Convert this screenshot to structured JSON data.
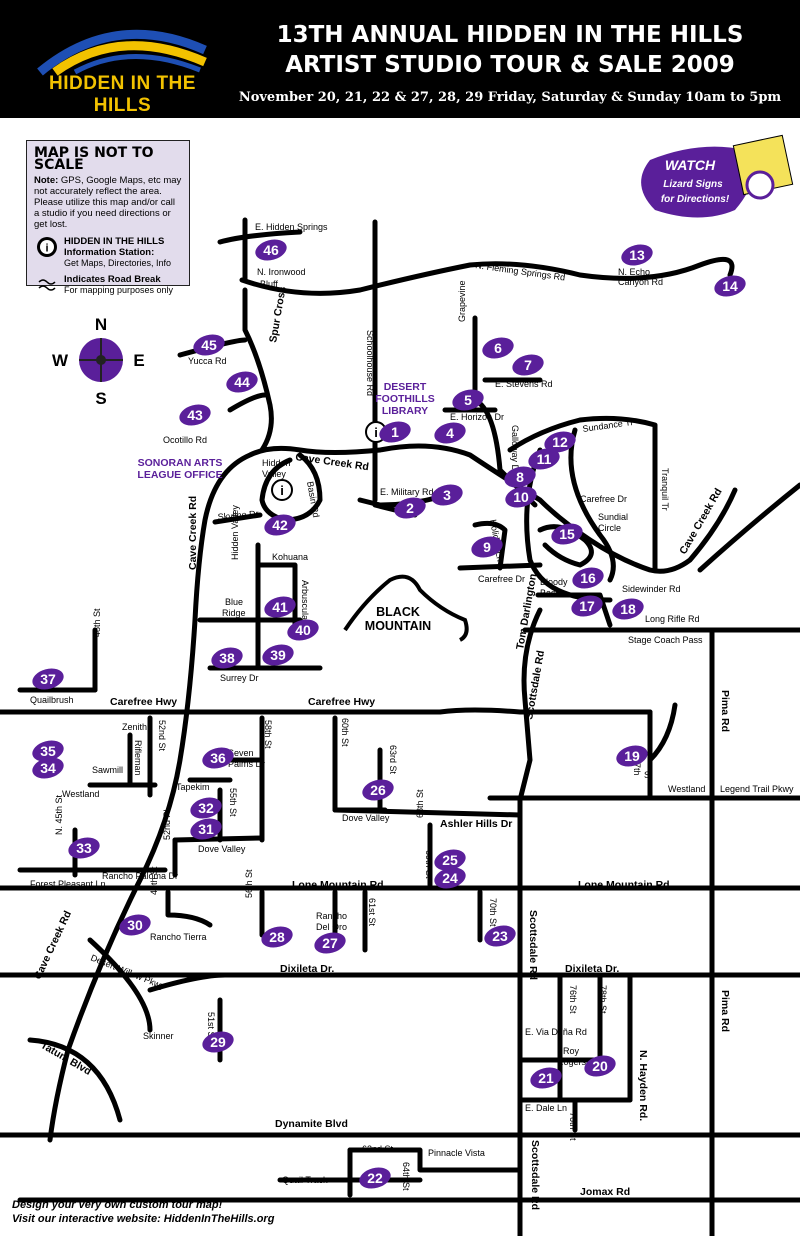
{
  "header": {
    "logo_text": "HIDDEN IN THE HILLS",
    "title_line1": "13TH ANNUAL HIDDEN IN THE HILLS",
    "title_line2": "ARTIST STUDIO TOUR & SALE 2009",
    "dates": "November 20, 21, 22 & 27, 28, 29    Friday, Saturday & Sunday 10am to 5pm"
  },
  "legend": {
    "title": "MAP IS NOT TO SCALE",
    "note_label": "Note:",
    "note_text": "GPS, Google Maps, etc may not accurately reflect the area. Please utilize this map and/or call a studio if you need directions or get lost.",
    "info_title": "HIDDEN IN THE HILLS Information Station:",
    "info_text": "Get Maps, Directories, Info",
    "break_title": "Indicates Road Break",
    "break_text": "For mapping purposes only"
  },
  "compass": {
    "n": "N",
    "s": "S",
    "e": "E",
    "w": "W"
  },
  "watch_sign": {
    "line1": "WATCH",
    "line2": "Lizard Signs",
    "line3": "for Directions!"
  },
  "colors": {
    "purple": "#5a1f9a",
    "header": "#000000",
    "road": "#000000",
    "legend_bg": "#e2dcec",
    "accent_gold": "#f2c200",
    "accent_blue": "#1e4fb4"
  },
  "places": [
    {
      "id": "desert-foothills-library",
      "label1": "DESERT",
      "label2": "FOOTHILLS",
      "label3": "LIBRARY"
    },
    {
      "id": "sonoran-arts-league-office",
      "label1": "SONORAN ARTS",
      "label2": "LEAGUE OFFICE"
    },
    {
      "id": "black-mountain",
      "label1": "BLACK",
      "label2": "MOUNTAIN"
    }
  ],
  "roads": [
    {
      "id": "e-hidden-springs",
      "text": "E. Hidden Springs"
    },
    {
      "id": "n-ironwood",
      "text": "N. Ironwood"
    },
    {
      "id": "bluff",
      "text": "Bluff"
    },
    {
      "id": "n-fleming-springs",
      "text": "N. Fleming Springs Rd"
    },
    {
      "id": "n-echo",
      "text": "N. Echo"
    },
    {
      "id": "canyon-rd",
      "text": "Canyon Rd"
    },
    {
      "id": "spur-cross",
      "text": "Spur Cross"
    },
    {
      "id": "schoolhouse",
      "text": "Schoolhouse Rd"
    },
    {
      "id": "grapevine",
      "text": "Grapevine"
    },
    {
      "id": "e-stevens",
      "text": "E. Stevens Rd"
    },
    {
      "id": "yucca",
      "text": "Yucca Rd"
    },
    {
      "id": "e-horizon",
      "text": "E. Horizon Dr"
    },
    {
      "id": "galloway",
      "text": "Galloway Dr"
    },
    {
      "id": "sundance",
      "text": "Sundance Tr"
    },
    {
      "id": "ocotillo",
      "text": "Ocotillo Rd"
    },
    {
      "id": "cave-creek-top",
      "text": "Cave Creek Rd"
    },
    {
      "id": "hidden",
      "text": "Hidden"
    },
    {
      "id": "valley",
      "text": "Valley"
    },
    {
      "id": "basin-rd",
      "text": "Basin Rd"
    },
    {
      "id": "e-military",
      "text": "E. Military Rd"
    },
    {
      "id": "carefree-dr-1",
      "text": "Carefree Dr"
    },
    {
      "id": "tranquil",
      "text": "Tranquil Tr"
    },
    {
      "id": "sundial",
      "text": "Sundial"
    },
    {
      "id": "circle",
      "text": "Circle"
    },
    {
      "id": "skyline",
      "text": "Skyline Dr"
    },
    {
      "id": "holiday",
      "text": "Holiday Ln"
    },
    {
      "id": "cave-creek-right",
      "text": "Cave Creek Rd"
    },
    {
      "id": "cave-creek-left",
      "text": "Cave Creek Rd"
    },
    {
      "id": "hidden-valley",
      "text": "Hidden Valley"
    },
    {
      "id": "kohuana",
      "text": "Kohuana"
    },
    {
      "id": "arbuscula",
      "text": "Arbuscula"
    },
    {
      "id": "carefree-dr-2",
      "text": "Carefree Dr"
    },
    {
      "id": "bloody",
      "text": "Bloody"
    },
    {
      "id": "basin",
      "text": "Basin"
    },
    {
      "id": "sidewinder",
      "text": "Sidewinder Rd"
    },
    {
      "id": "blue",
      "text": "Blue"
    },
    {
      "id": "ridge",
      "text": "Ridge"
    },
    {
      "id": "long-rifle",
      "text": "Long Rifle Rd"
    },
    {
      "id": "stage-coach",
      "text": "Stage Coach Pass"
    },
    {
      "id": "tom-darlington",
      "text": "Tom Darlington"
    },
    {
      "id": "48th",
      "text": "48th St"
    },
    {
      "id": "surrey",
      "text": "Surrey Dr"
    },
    {
      "id": "quailbrush",
      "text": "Quailbrush"
    },
    {
      "id": "carefree-hwy-1",
      "text": "Carefree  Hwy"
    },
    {
      "id": "carefree-hwy-2",
      "text": "Carefree Hwy"
    },
    {
      "id": "pima-top",
      "text": "Pima Rd"
    },
    {
      "id": "scottsdale-top",
      "text": "Scottsdale Rd"
    },
    {
      "id": "zenith",
      "text": "Zenith"
    },
    {
      "id": "52nd",
      "text": "52nd St"
    },
    {
      "id": "58th",
      "text": "58th St"
    },
    {
      "id": "60th",
      "text": "60th St"
    },
    {
      "id": "rifleman",
      "text": "Rifleman"
    },
    {
      "id": "sawmill",
      "text": "Sawmill"
    },
    {
      "id": "seven",
      "text": "Seven"
    },
    {
      "id": "palms",
      "text": "Palms Dr"
    },
    {
      "id": "63rd",
      "text": "63rd St"
    },
    {
      "id": "87th",
      "text": "87th"
    },
    {
      "id": "st",
      "text": "St"
    },
    {
      "id": "westland-1",
      "text": "Westland"
    },
    {
      "id": "tapekim",
      "text": "Tapekim"
    },
    {
      "id": "westland-2",
      "text": "Westland"
    },
    {
      "id": "legend-trail",
      "text": "Legend Trail Pkwy"
    },
    {
      "id": "55th",
      "text": "55th St"
    },
    {
      "id": "dove-valley-1",
      "text": "Dove Valley"
    },
    {
      "id": "ashler",
      "text": "Ashler Hills Dr"
    },
    {
      "id": "68th",
      "text": "68th St"
    },
    {
      "id": "n45th",
      "text": "N. 45th St"
    },
    {
      "id": "52nd-pl",
      "text": "52nd Pl"
    },
    {
      "id": "dove-valley-2",
      "text": "Dove Valley"
    },
    {
      "id": "69th",
      "text": "69th St"
    },
    {
      "id": "rancho-paloma",
      "text": "Rancho Paloma Dr"
    },
    {
      "id": "forest-pleasant",
      "text": "Forest Pleasant Ln"
    },
    {
      "id": "lone-mtn-1",
      "text": "Lone Mountain Rd"
    },
    {
      "id": "lone-mtn-2",
      "text": "Lone Mountain Rd"
    },
    {
      "id": "49th",
      "text": "49th St"
    },
    {
      "id": "56th",
      "text": "56th St"
    },
    {
      "id": "rancho",
      "text": "Rancho"
    },
    {
      "id": "del-oro",
      "text": "Del Oro"
    },
    {
      "id": "61st",
      "text": "61st St"
    },
    {
      "id": "70th",
      "text": "70th St"
    },
    {
      "id": "scottsdale-mid",
      "text": "Scottsdale Rd"
    },
    {
      "id": "rancho-tierra",
      "text": "Rancho Tierra"
    },
    {
      "id": "cave-creek-bottom",
      "text": "Cave Creek Rd"
    },
    {
      "id": "desert-willow",
      "text": "Desert Willow Pkwy"
    },
    {
      "id": "dixileta-1",
      "text": "Dixileta Dr."
    },
    {
      "id": "dixileta-2",
      "text": "Dixileta Dr."
    },
    {
      "id": "pima-bottom",
      "text": "Pima Rd"
    },
    {
      "id": "51st",
      "text": "51st St"
    },
    {
      "id": "76th",
      "text": "76th St"
    },
    {
      "id": "78th",
      "text": "78th St"
    },
    {
      "id": "e-via-dona",
      "text": "E. Via Doña Rd"
    },
    {
      "id": "skinner",
      "text": "Skinner"
    },
    {
      "id": "roy",
      "text": "Roy"
    },
    {
      "id": "rogers",
      "text": "Rogers"
    },
    {
      "id": "n-hayden",
      "text": "N. Hayden Rd."
    },
    {
      "id": "tatum",
      "text": "Tatum Blvd"
    },
    {
      "id": "e-dale",
      "text": "E. Dale Ln"
    },
    {
      "id": "76th-b",
      "text": "76th St"
    },
    {
      "id": "dynamite",
      "text": "Dynamite Blvd"
    },
    {
      "id": "62nd",
      "text": "62nd St"
    },
    {
      "id": "pinnacle",
      "text": "Pinnacle Vista"
    },
    {
      "id": "scottsdale-bottom",
      "text": "Scottsdale Rd"
    },
    {
      "id": "quail-track",
      "text": "Quail Track"
    },
    {
      "id": "64th",
      "text": "64th St"
    },
    {
      "id": "jomax",
      "text": "Jomax Rd"
    }
  ],
  "studios": [
    "1",
    "2",
    "3",
    "4",
    "5",
    "6",
    "7",
    "8",
    "9",
    "10",
    "11",
    "12",
    "13",
    "14",
    "15",
    "16",
    "17",
    "18",
    "19",
    "20",
    "21",
    "22",
    "23",
    "24",
    "25",
    "26",
    "27",
    "28",
    "29",
    "30",
    "31",
    "32",
    "33",
    "34",
    "35",
    "36",
    "37",
    "38",
    "39",
    "40",
    "41",
    "42",
    "43",
    "44",
    "45",
    "46"
  ],
  "footer": {
    "line1": "Design your very own custom tour map!",
    "line2": "Visit our interactive website: HiddenInTheHills.org"
  }
}
